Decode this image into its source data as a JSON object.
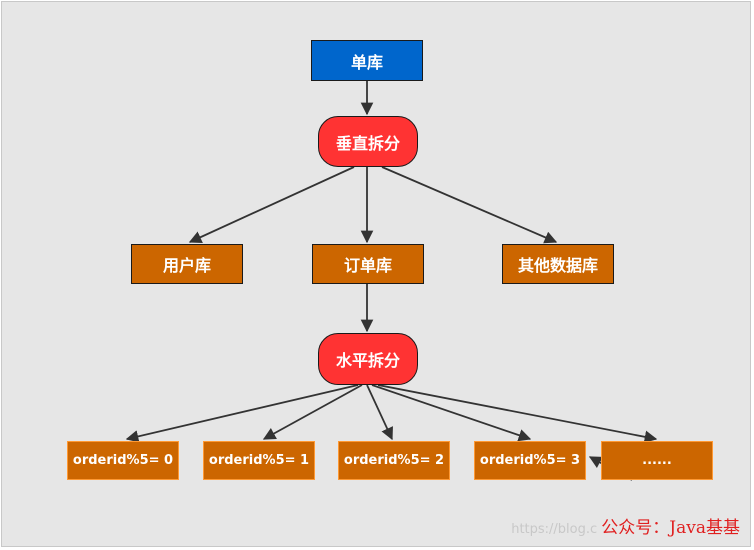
{
  "nodes": {
    "root": "单库",
    "vertical_split": "垂直拆分",
    "user_db": "用户库",
    "order_db": "订单库",
    "other_db": "其他数据库",
    "horizontal_split": "水平拆分",
    "shard_0": "orderid%5= 0",
    "shard_1": "orderid%5= 1",
    "shard_2": "orderid%5= 2",
    "shard_3": "orderid%5= 3",
    "shard_more": "......"
  },
  "watermark": {
    "url": "https://blog.c",
    "brand": "公众号：Java基基"
  },
  "colors": {
    "root_fill": "#0066cc",
    "split_fill": "#ff3333",
    "db_fill": "#cc6600",
    "shard_border": "#ff9933",
    "edge": "#333333",
    "background": "#e6e6e6"
  }
}
